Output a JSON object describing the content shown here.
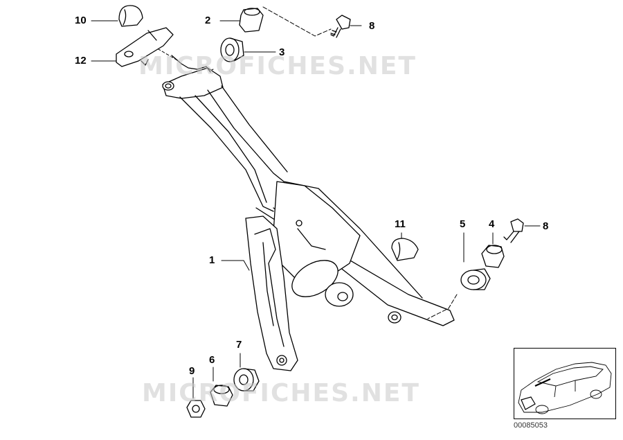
{
  "diagram": {
    "callouts": [
      "10",
      "2",
      "8",
      "12",
      "3",
      "11",
      "5",
      "4",
      "8",
      "1",
      "7",
      "6",
      "9"
    ],
    "watermark": "MICROFICHES.NET",
    "document_number": "00085053"
  },
  "colors": {
    "line": "#000000",
    "fill": "#ffffff",
    "shade": "#cfcfcf",
    "watermark": "#c8c8c8"
  }
}
